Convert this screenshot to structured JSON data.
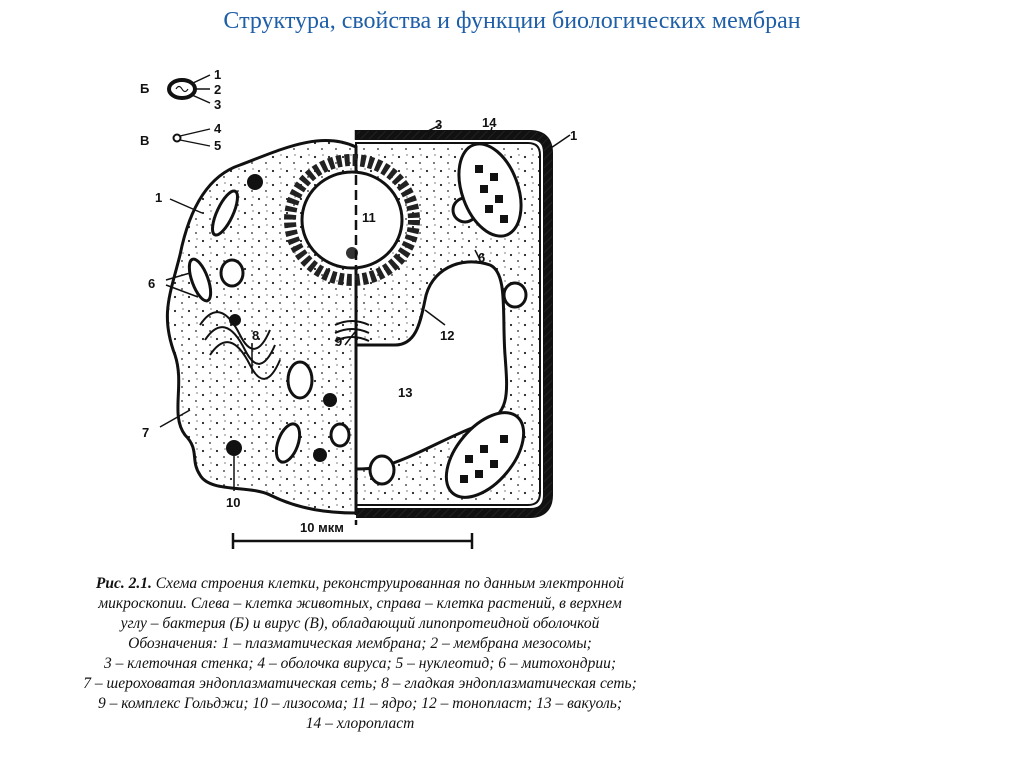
{
  "title": "Структура, свойства и функции биологических мембран",
  "figure": {
    "inset_labels": {
      "bacteria": "Б",
      "virus": "В",
      "bacteria_numbers": [
        "1",
        "2",
        "3"
      ],
      "virus_numbers": [
        "4",
        "5"
      ]
    },
    "labels": {
      "l1_left": "1",
      "l1_right": "1",
      "l3": "3",
      "l6_left": "6",
      "l6_right": "6",
      "l7": "7",
      "l8": "8",
      "l9": "9",
      "l10": "10",
      "l11": "11",
      "l12": "12",
      "l13": "13",
      "l14": "14"
    },
    "scale_bar": "10 мкм"
  },
  "caption": {
    "heading": "Рис. 2.1.",
    "lines": [
      "Схема строения клетки, реконструированная по данным электронной",
      "микроскопии. Слева – клетка животных, справа – клетка растений, в верхнем",
      "углу – бактерия (Б) и вирус (В), обладающий липопротеидной оболочкой",
      "Обозначения: 1 – плазматическая мембрана; 2 – мембрана мезосомы;",
      "3 – клеточная стенка; 4 – оболочка вируса; 5 – нуклеотид; 6 – митохондрии;",
      "7 – шероховатая эндоплазматическая сеть; 8 – гладкая эндоплазматическая сеть;",
      "9 – комплекс Гольджи; 10 – лизосома; 11 – ядро; 12 – тонопласт; 13 – вакуоль;",
      "14 – хлоропласт"
    ]
  }
}
